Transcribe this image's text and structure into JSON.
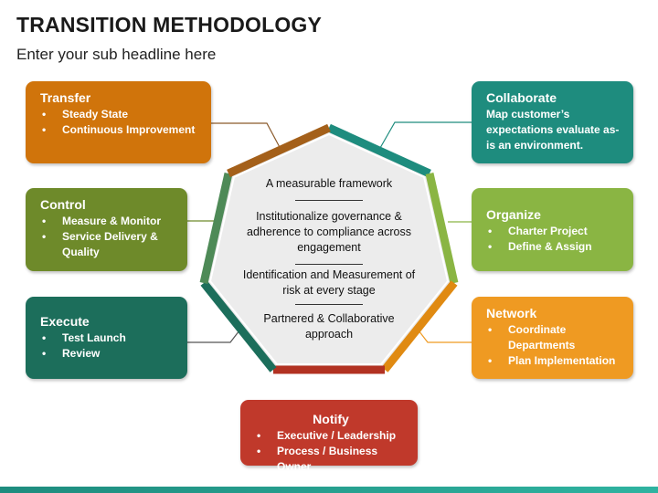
{
  "header": {
    "title": "TRANSITION METHODOLOGY",
    "subtitle": "Enter your sub headline here"
  },
  "center": {
    "items": [
      "A measurable framework",
      "Institutionalize governance & adherence to compliance across engagement",
      "Identification and Measurement of risk at every stage",
      "Partnered & Collaborative approach"
    ]
  },
  "boxes": {
    "transfer": {
      "title": "Transfer",
      "items": [
        "Steady State",
        "Continuous Improvement"
      ],
      "color": "#d0740b"
    },
    "control": {
      "title": "Control",
      "items": [
        "Measure & Monitor",
        "Service Delivery & Quality"
      ],
      "color": "#6e8a2a"
    },
    "execute": {
      "title": "Execute",
      "items": [
        "Test Launch",
        "Review"
      ],
      "color": "#1c6e5b"
    },
    "notify": {
      "title": "Notify",
      "items": [
        "Executive / Leadership",
        "Process / Business Owner"
      ],
      "color": "#c0392b"
    },
    "network": {
      "title": "Network",
      "items": [
        "Coordinate Departments",
        "Plan Implementation"
      ],
      "color": "#ef9a22"
    },
    "organize": {
      "title": "Organize",
      "items": [
        "Charter Project",
        "Define & Assign"
      ],
      "color": "#8ab543"
    },
    "collaborate": {
      "title": "Collaborate",
      "text": "Map customer’s expectations evaluate as-is an environment.",
      "color": "#1e8c7e"
    }
  }
}
